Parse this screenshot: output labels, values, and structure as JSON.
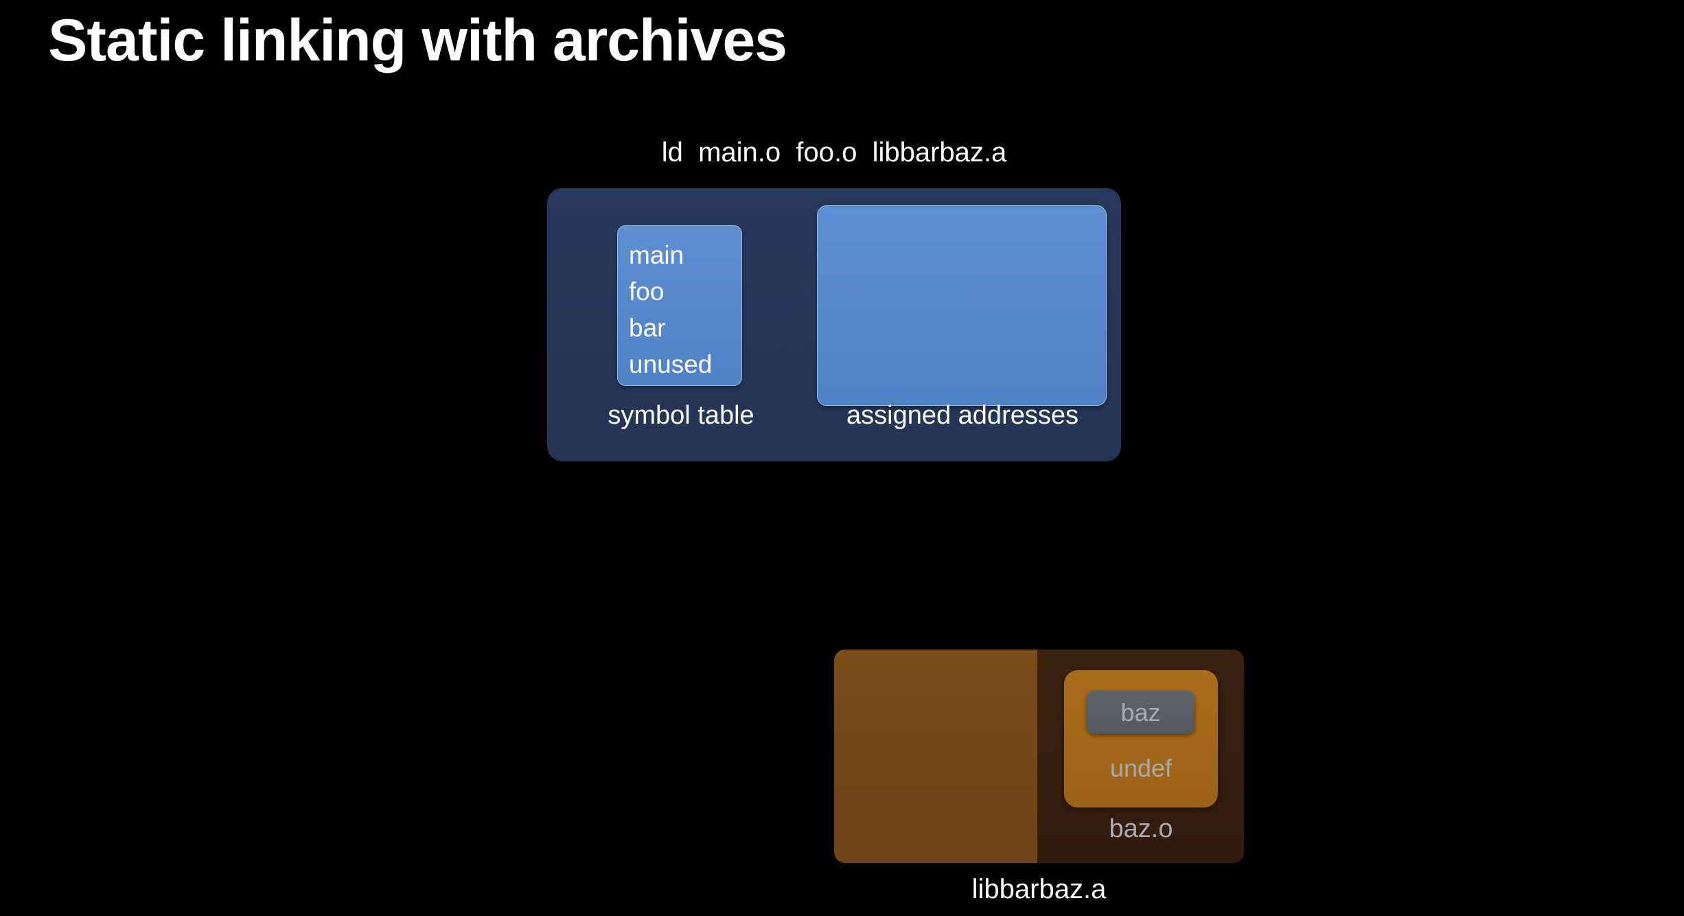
{
  "slide": {
    "title": "Static linking with archives",
    "background_color": "#000000"
  },
  "command": {
    "text": "ld  main.o  foo.o  libbarbaz.a"
  },
  "linker": {
    "panel_color": "#253a5a",
    "symbol_table": {
      "caption": "symbol table",
      "box_color": "#5585c9",
      "symbols": [
        {
          "name": "main"
        },
        {
          "name": "foo"
        },
        {
          "name": "bar"
        },
        {
          "name": "unused"
        }
      ]
    },
    "assigned_addresses": {
      "caption": "assigned addresses",
      "box_color": "#5585c9",
      "entries": []
    }
  },
  "archive": {
    "caption": "libbarbaz.a",
    "left_half_color": "#7a4a18",
    "right_half_color": "#351f0f",
    "objects": [
      {
        "caption": "baz.o",
        "card_color": "#a06818",
        "symbol_chip": {
          "label": "baz",
          "chip_color": "#5a5d63",
          "text_color": "#a8abb0"
        },
        "status": "undef"
      }
    ]
  }
}
